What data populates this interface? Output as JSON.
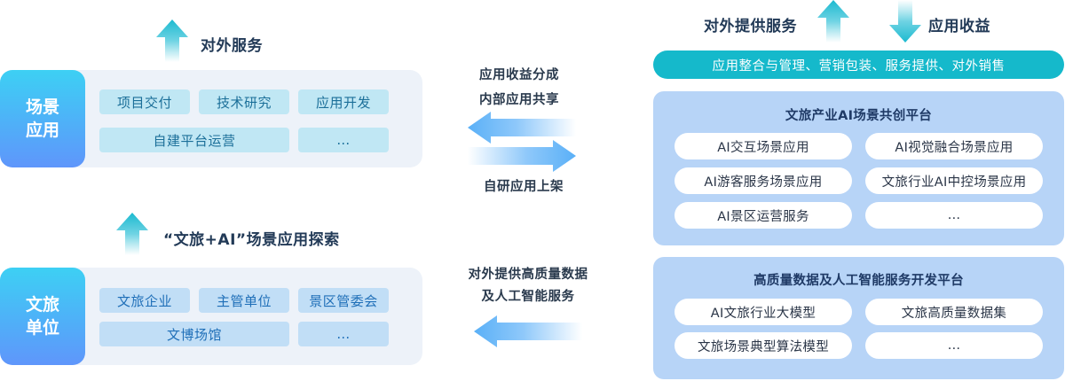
{
  "left": {
    "top_block": {
      "caption": "对外服务",
      "tag_lines": [
        "场景",
        "应用"
      ],
      "chips": [
        "项目交付",
        "技术研究",
        "应用开发",
        "自建平台运营",
        "…"
      ]
    },
    "bottom_block": {
      "caption": "“文旅+AI”场景应用探索",
      "tag_lines": [
        "文旅",
        "单位"
      ],
      "chips": [
        "文旅企业",
        "主管单位",
        "景区管委会",
        "文博场馆",
        "…"
      ]
    }
  },
  "middle": {
    "top_labels": [
      "应用收益分成",
      "内部应用共享"
    ],
    "mid_label": "自研应用上架",
    "bottom_labels": [
      "对外提供高质量数据",
      "及人工智能服务"
    ]
  },
  "right": {
    "up_label": "对外提供服务",
    "down_label": "应用收益",
    "bar_text": "应用整合与管理、营销包装、服务提供、对外销售",
    "platform1": {
      "title": "文旅产业AI场景共创平台",
      "items": [
        "AI交互场景应用",
        "AI视觉融合场景应用",
        "AI游客服务场景应用",
        "文旅行业AI中控场景应用",
        "AI景区运营服务",
        "…"
      ]
    },
    "platform2": {
      "title": "高质量数据及人工智能服务开发平台",
      "items": [
        "AI文旅行业大模型",
        "文旅高质量数据集",
        "文旅场景典型算法模型",
        "…"
      ]
    }
  },
  "colors": {
    "teal_bar": "#15b9cb",
    "panel_blue": "#b7d4f7",
    "card_bg": "#edf2f9",
    "tag_gradient_top": "#3dd0f4",
    "tag_gradient_bottom": "#5f96fb",
    "arrow_cyan": "#1fbfd3",
    "arrow_blue": "#5cb1f7"
  }
}
